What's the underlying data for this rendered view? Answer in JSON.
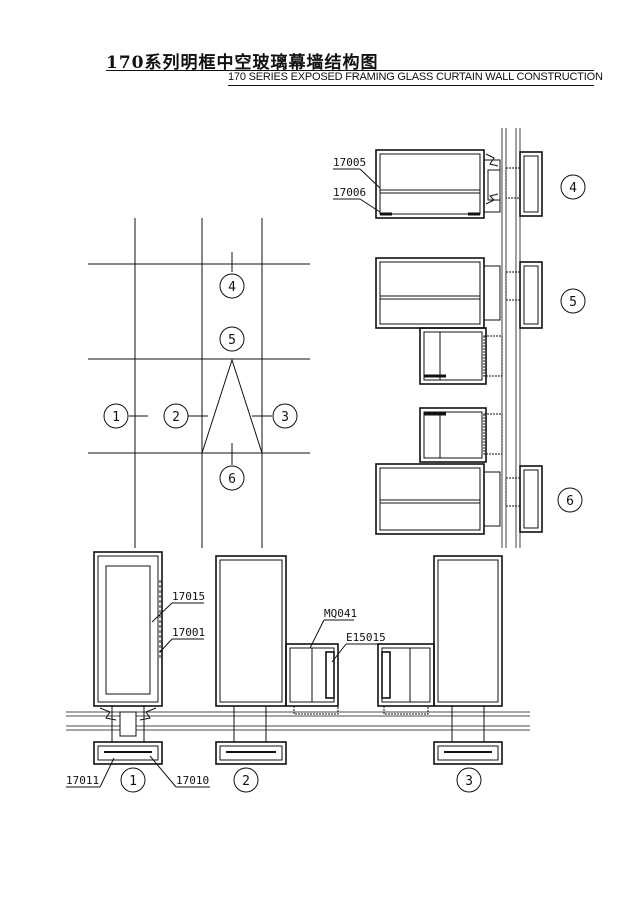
{
  "header": {
    "title_cn": "170系列明框中空玻璃幕墙结构图",
    "title_en": "170 SERIES EXPOSED FRAMING GLASS CURTAIN WALL  CONSTRUCTION"
  },
  "elevation": {
    "markers": [
      "1",
      "2",
      "3",
      "4",
      "5",
      "6"
    ]
  },
  "sections_right": {
    "markers": [
      "4",
      "5",
      "6"
    ],
    "part_labels": [
      "17005",
      "17006"
    ]
  },
  "sections_bottom": {
    "markers": [
      "1",
      "2",
      "3"
    ],
    "part_labels": [
      "17015",
      "17001",
      "17011",
      "17010",
      "MQ041",
      "E15015"
    ]
  },
  "colors": {
    "ink": "#111111",
    "paper": "#ffffff"
  }
}
